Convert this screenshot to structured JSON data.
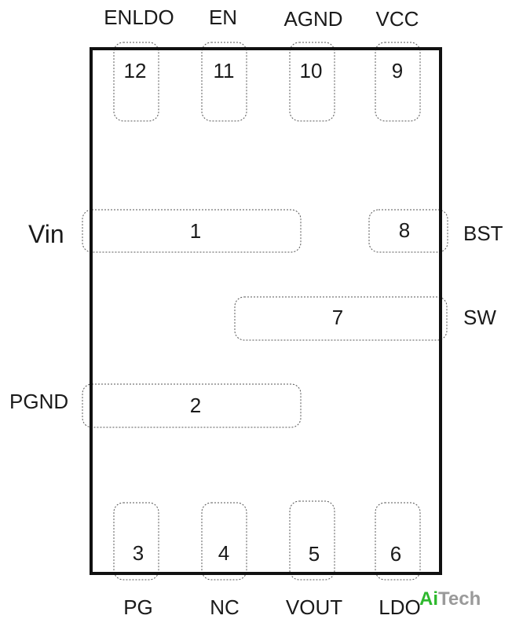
{
  "colors": {
    "outline": "#111111",
    "pad_stroke": "#555555",
    "text": "#1a1a1a",
    "logo_green": "#2eb82e",
    "logo_gray": "#9a9a9a"
  },
  "pins": {
    "p1": {
      "number": "1",
      "name": "Vin"
    },
    "p2": {
      "number": "2",
      "name": "PGND"
    },
    "p3": {
      "number": "3",
      "name": "PG"
    },
    "p4": {
      "number": "4",
      "name": "NC"
    },
    "p5": {
      "number": "5",
      "name": "VOUT"
    },
    "p6": {
      "number": "6",
      "name": "LDO"
    },
    "p7": {
      "number": "7",
      "name": "SW"
    },
    "p8": {
      "number": "8",
      "name": "BST"
    },
    "p9": {
      "number": "9",
      "name": "VCC"
    },
    "p10": {
      "number": "10",
      "name": "AGND"
    },
    "p11": {
      "number": "11",
      "name": "EN"
    },
    "p12": {
      "number": "12",
      "name": "ENLDO"
    }
  },
  "logo": {
    "part1": "Ai",
    "part2": "Tech"
  }
}
